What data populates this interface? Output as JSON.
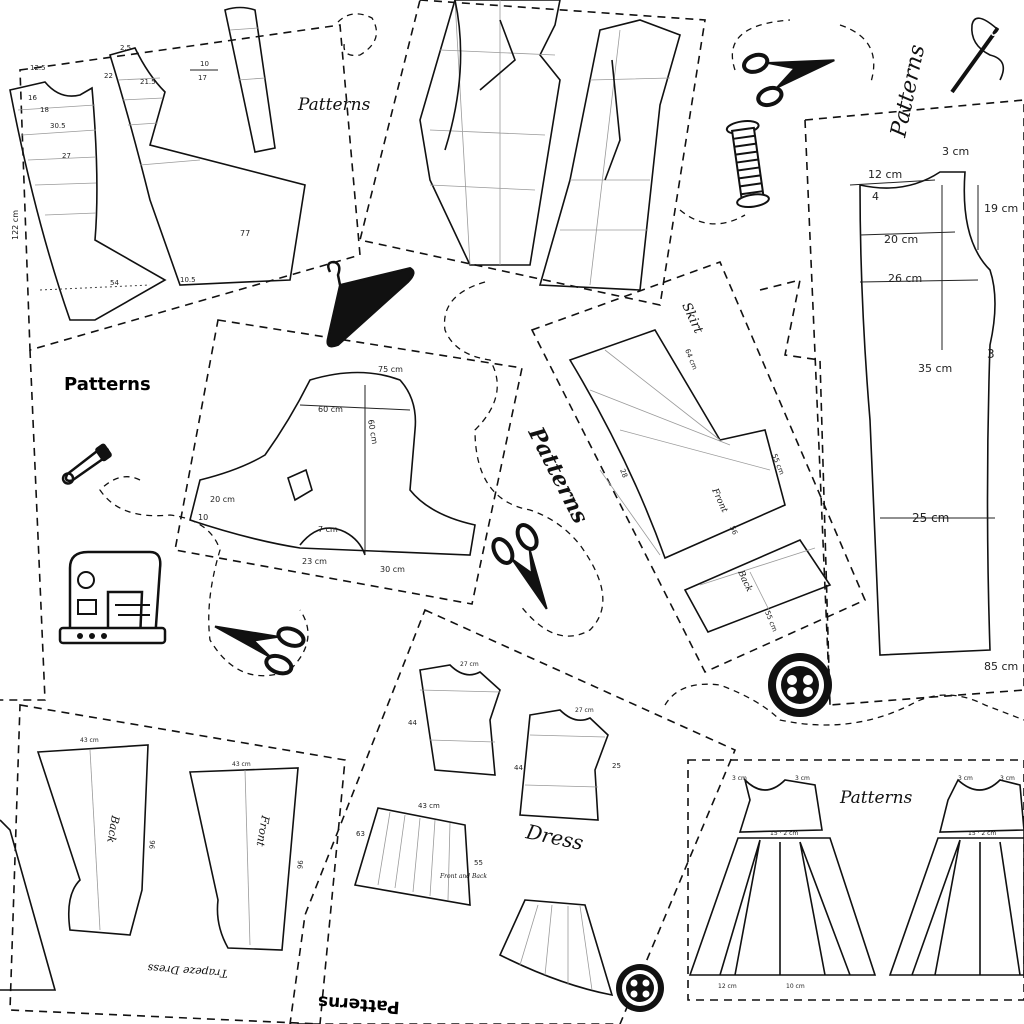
{
  "labels": {
    "patterns_1": "Patterns",
    "patterns_2": "Patterns",
    "patterns_3": "Patterns",
    "patterns_4": "Patterns",
    "patterns_5": "Patterns",
    "patterns_6": "Patterns",
    "skirt": "Skirt",
    "front": "Front",
    "back": "Back",
    "dress": "Dress",
    "front_and_back": "Front and Back",
    "trousers_back": "Back",
    "trousers_front": "Front",
    "trapeze_dress": "Trapeze Dress"
  },
  "measurements": {
    "dress_12_5": "12.5",
    "dress_16": "16",
    "dress_18": "18",
    "dress_27": "27",
    "dress_30_5": "30.5",
    "dress_54": "54",
    "dress_122": "122 cm",
    "dress_77": "77",
    "dress_105": "10.5",
    "dress_22": "22",
    "dress_21_5": "21.5",
    "sleeve_10": "10",
    "sleeve_17": "17",
    "cape_75": "75 cm",
    "cape_60h": "60 cm",
    "cape_60v": "60 cm",
    "cape_20": "20 cm",
    "cape_10": "10",
    "cape_7": "7 cm",
    "cape_23": "23 cm",
    "cape_30": "30 cm",
    "skirt_64": "64 cm",
    "skirt_55": "55 cm",
    "skirt_56": "56",
    "skirt_55b": "55 cm",
    "skirt_28": "28",
    "trouser_12": "12 cm",
    "trouser_3": "3 cm",
    "trouser_19": "19 cm",
    "trouser_20": "20 cm",
    "trouser_26": "26 cm",
    "trouser_35": "35 cm",
    "trouser_3b": "3",
    "trouser_25": "25 cm",
    "trouser_85": "85 cm",
    "trouser_4": "4",
    "small_27a": "27 cm",
    "small_27b": "27 cm",
    "small_44a": "44",
    "small_44b": "44",
    "small_25": "25",
    "small_43": "43 cm",
    "small_63": "63",
    "small_55": "55",
    "tr_96a": "96",
    "tr_96b": "96",
    "tr_43a": "43 cm",
    "tr_43b": "43 cm",
    "gown_3a": "3 cm",
    "gown_3b": "3 cm",
    "gown_3c": "3 cm",
    "gown_3d": "3 cm",
    "gown_15a": "15 · 2 cm",
    "gown_15b": "15 · 2 cm",
    "gown_12": "12 cm",
    "gown_10": "10 cm"
  },
  "icons": [
    "scissors-icon",
    "thread-spool-icon",
    "needle-icon",
    "hanger-icon",
    "safety-pin-icon",
    "sewing-machine-icon",
    "button-icon"
  ]
}
